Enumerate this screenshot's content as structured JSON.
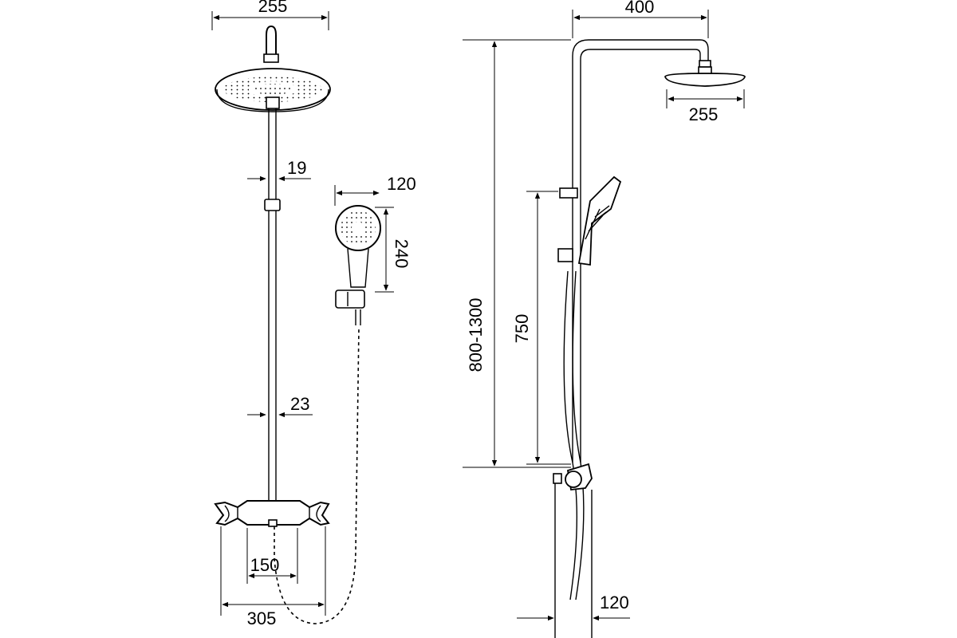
{
  "drawing": {
    "front_view": {
      "head_diameter": "255",
      "rail_width_upper": "19",
      "rail_width_lower": "23",
      "valve_centres": "150",
      "valve_width": "305"
    },
    "hand_shower": {
      "head_diameter": "120",
      "length": "240"
    },
    "side_view": {
      "arm_projection": "400",
      "head_diameter": "255",
      "height_range": "800-1300",
      "slide_rail_length": "750",
      "wall_offset": "120"
    }
  },
  "colors": {
    "line": "#000000",
    "background": "#ffffff"
  }
}
